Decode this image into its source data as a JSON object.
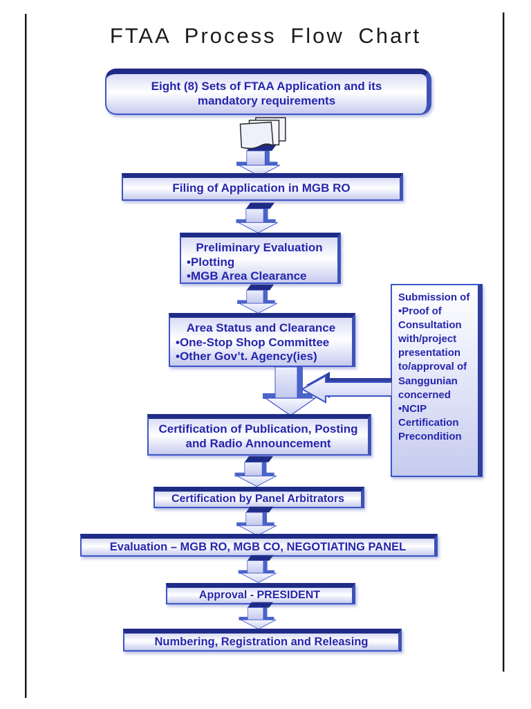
{
  "page": {
    "title": "FTAA Process Flow Chart"
  },
  "boxes": {
    "application": {
      "label": "Eight (8) Sets of FTAA Application and its mandatory requirements"
    },
    "filing": {
      "label": "Filing of Application in MGB RO"
    },
    "preliminary": {
      "title": "Preliminary Evaluation",
      "bullet1": "•Plotting",
      "bullet2": "•MGB Area Clearance"
    },
    "area_status": {
      "title": "Area Status and Clearance",
      "bullet1": "•One-Stop Shop Committee",
      "bullet2": "•Other Gov’t. Agency(ies)"
    },
    "side_note": {
      "line1": "Submission of",
      "bullet1": "•Proof of Consultation with/project presentation to/approval of Sanggunian concerned",
      "bullet2": "•NCIP Certification Precondition"
    },
    "certification_publication": {
      "label": "Certification of Publication, Posting and Radio Announcement"
    },
    "certification_panel": {
      "label": "Certification by Panel Arbitrators"
    },
    "evaluation": {
      "label": "Evaluation – MGB RO, MGB CO, NEGOTIATING PANEL"
    },
    "approval": {
      "label": "Approval - PRESIDENT"
    },
    "numbering": {
      "label": "Numbering, Registration and Releasing"
    }
  },
  "icons": {
    "papers": "document-stack-icon",
    "down_arrow": "down-arrow-3d-icon",
    "left_arrow": "left-arrow-3d-icon"
  },
  "colors": {
    "box_border": "#3d55c8",
    "box_bevel_top": "#1f2c87",
    "box_extrusion": "#3e52b8",
    "box_fill_light": "#ffffff",
    "box_fill_lavender": "#c6cbee",
    "text": "#2525ad",
    "title_text": "#1c1c1c"
  }
}
